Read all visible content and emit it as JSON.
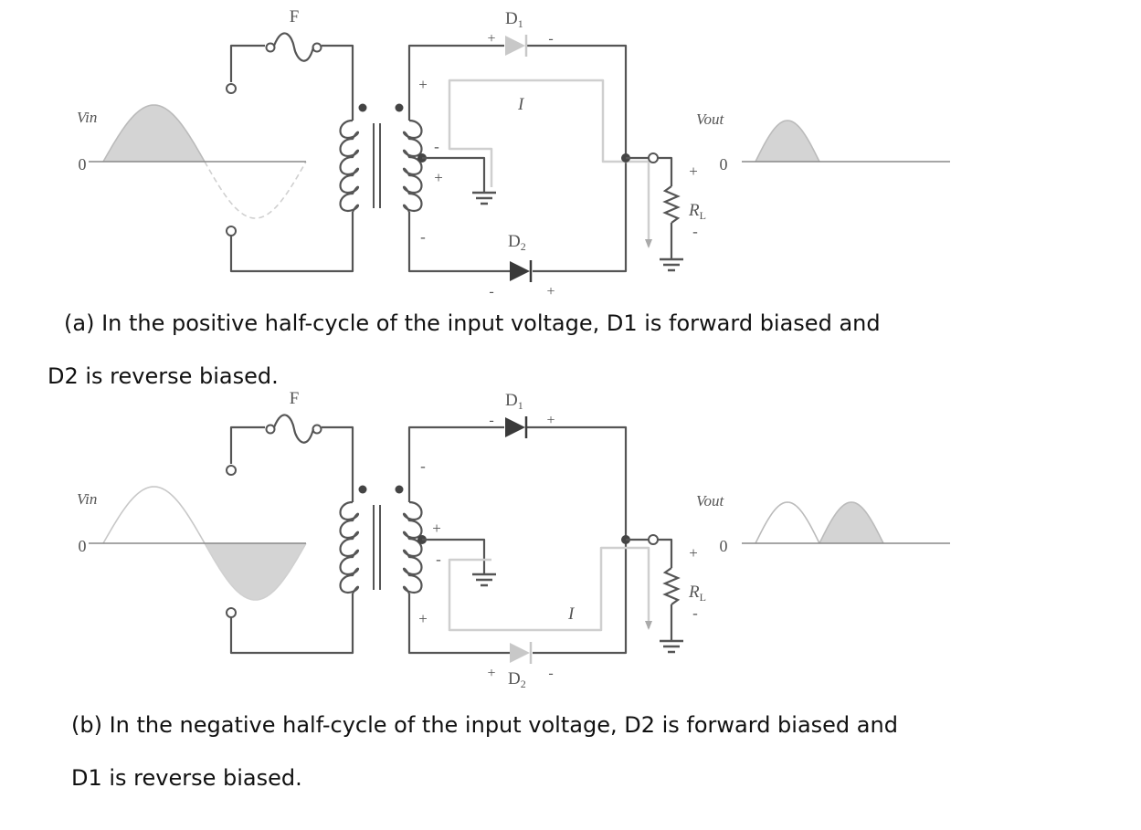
{
  "colors": {
    "wire": "#555555",
    "current_path": "#cfcfcf",
    "shade": "#d4d4d4",
    "text": "#111111"
  },
  "figures": [
    {
      "id": "a",
      "labels": {
        "fuse": "F",
        "d1": "D1",
        "d2": "D2",
        "current": "I",
        "vin": "Vin",
        "vout": "Vout",
        "zero_in": "0",
        "zero_out": "0",
        "rl": "RL",
        "rl_plus": "+",
        "rl_minus": "-"
      },
      "d1_signs": [
        "+",
        "-"
      ],
      "d2_signs": [
        "-",
        "+"
      ],
      "secondary_signs": [
        "+",
        "-",
        "+",
        "-"
      ],
      "caption_line1": "(a) In the positive half-cycle of the input voltage, D1 is forward biased and",
      "caption_line2": "D2 is reverse biased."
    },
    {
      "id": "b",
      "labels": {
        "fuse": "F",
        "d1": "D1",
        "d2": "D2",
        "current": "I",
        "vin": "Vin",
        "vout": "Vout",
        "zero_in": "0",
        "zero_out": "0",
        "rl": "RL",
        "rl_plus": "+",
        "rl_minus": "-"
      },
      "d1_signs": [
        "-",
        "+"
      ],
      "d2_signs": [
        "+",
        "-"
      ],
      "secondary_signs": [
        "-",
        "+",
        "-",
        "+"
      ],
      "caption_line1": "(b) In the negative half-cycle of the input voltage, D2 is forward biased and",
      "caption_line2": "D1 is reverse biased."
    }
  ]
}
